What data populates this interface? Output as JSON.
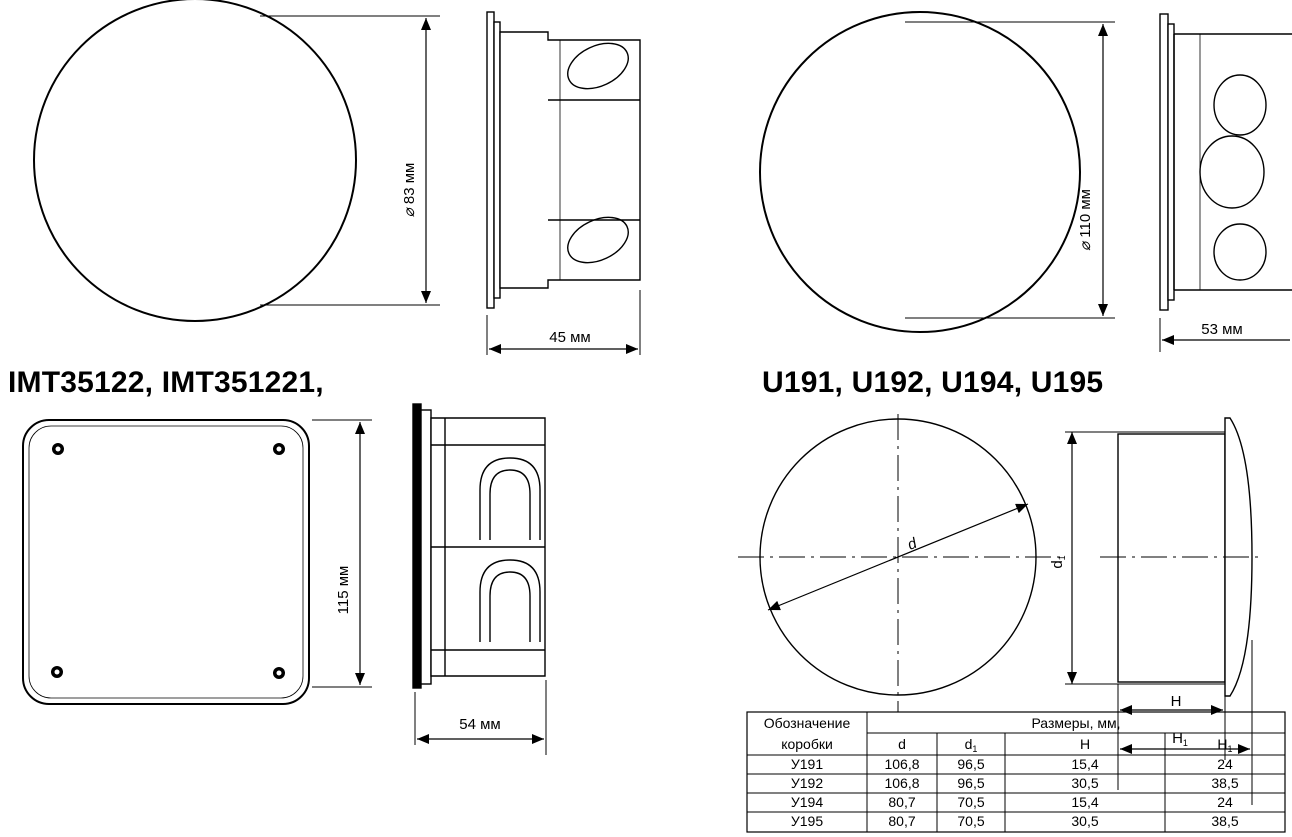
{
  "headings": {
    "left": "IMT35122, IMT351221,",
    "right": "U191, U192, U194, U195"
  },
  "dimensions": {
    "round_small_diameter": "83 мм",
    "round_small_depth": "45 мм",
    "round_large_diameter": "110 мм",
    "round_large_depth": "53 мм",
    "square_height": "115 мм",
    "square_depth": "54 мм",
    "generic_d": "d",
    "generic_d1": "d",
    "generic_d1_sub": "1",
    "generic_H": "H",
    "generic_H1": "H",
    "generic_H1_sub": "1"
  },
  "table": {
    "header_col1_line1": "Обозначение",
    "header_col1_line2": "коробки",
    "header_group": "Размеры, мм,",
    "subheaders": [
      {
        "main": "d",
        "sub": ""
      },
      {
        "main": "d",
        "sub": "1"
      },
      {
        "main": "H",
        "sub": ""
      },
      {
        "main": "H",
        "sub": "1"
      }
    ],
    "rows": [
      [
        "У191",
        "106,8",
        "96,5",
        "15,4",
        "24"
      ],
      [
        "У192",
        "106,8",
        "96,5",
        "30,5",
        "38,5"
      ],
      [
        "У194",
        "80,7",
        "70,5",
        "15,4",
        "24"
      ],
      [
        "У195",
        "80,7",
        "70,5",
        "30,5",
        "38,5"
      ]
    ]
  }
}
